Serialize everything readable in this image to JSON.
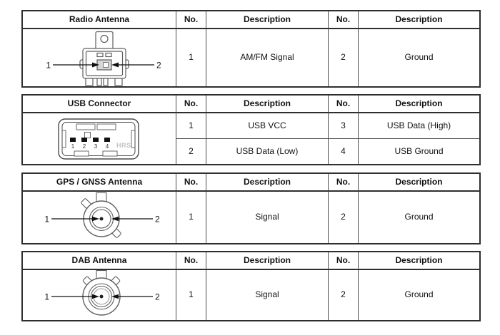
{
  "column_headers": {
    "no": "No.",
    "description": "Description"
  },
  "tables": [
    {
      "title": "Radio Antenna",
      "rows": [
        {
          "no1": "1",
          "desc1": "AM/FM Signal",
          "no2": "2",
          "desc2": "Ground"
        }
      ],
      "diagram": {
        "name": "radio-antenna-connector",
        "pin1": "1",
        "pin2": "2"
      }
    },
    {
      "title": "USB Connector",
      "rows": [
        {
          "no1": "1",
          "desc1": "USB VCC",
          "no2": "3",
          "desc2": "USB Data (High)"
        },
        {
          "no1": "2",
          "desc1": "USB Data (Low)",
          "no2": "4",
          "desc2": "USB Ground"
        }
      ],
      "diagram": {
        "name": "usb-connector",
        "pin1": "1",
        "pin2": "2",
        "pin3": "3",
        "pin4": "4",
        "logo": "HRS"
      }
    },
    {
      "title": "GPS / GNSS Antenna",
      "rows": [
        {
          "no1": "1",
          "desc1": "Signal",
          "no2": "2",
          "desc2": "Ground"
        }
      ],
      "diagram": {
        "name": "gps-gnss-antenna-connector",
        "pin1": "1",
        "pin2": "2"
      }
    },
    {
      "title": "DAB Antenna",
      "rows": [
        {
          "no1": "1",
          "desc1": "Signal",
          "no2": "2",
          "desc2": "Ground"
        }
      ],
      "diagram": {
        "name": "dab-antenna-connector",
        "pin1": "1",
        "pin2": "2"
      }
    }
  ],
  "colors": {
    "table_border": "#2e2e2e",
    "grid_line": "#4d4d4d",
    "text": "#111111",
    "diagram_stroke": "#5f5f5f",
    "arrow_black": "#111111",
    "connector_box_fill": "#d6d6d6",
    "hrs_logo_gray": "#c2c2c2",
    "background": "#ffffff"
  }
}
